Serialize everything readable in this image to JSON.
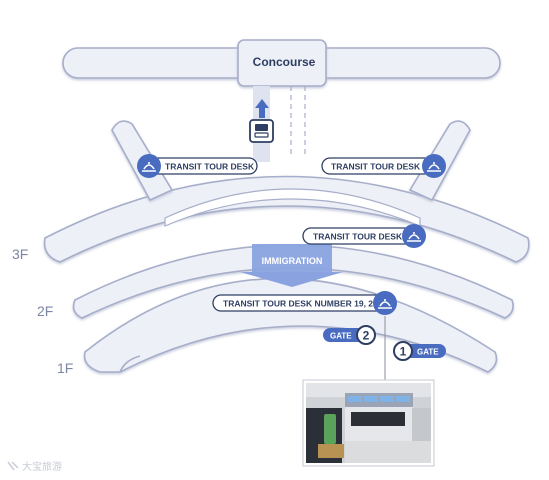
{
  "map": {
    "concourse_label": "Concourse",
    "immigration_label": "IMMIGRATION",
    "floors": {
      "f3": "3F",
      "f2": "2F",
      "f1": "1F"
    },
    "desks": {
      "left_3f": "TRANSIT TOUR DESK",
      "right_3f": "TRANSIT TOUR DESK",
      "mid_3f": "TRANSIT TOUR DESK",
      "numbered_2f": "TRANSIT TOUR DESK NUMBER 19, 20"
    },
    "gates": {
      "gate2": {
        "number": "2",
        "label": "GATE"
      },
      "gate1": {
        "number": "1",
        "label": "GATE"
      }
    },
    "watermark": "大宝旅游"
  },
  "icons": {
    "desk": "tour-desk-icon",
    "train": "train-icon",
    "arrow_up": "arrow-up-icon",
    "arrow_down": "arrow-down-icon"
  },
  "colors": {
    "floor_fill": "#eef0f7",
    "floor_stroke": "#a7aec9",
    "accent": "#4a6cc0",
    "navy": "#2e3e63",
    "immigration": "#8aa3e0"
  }
}
